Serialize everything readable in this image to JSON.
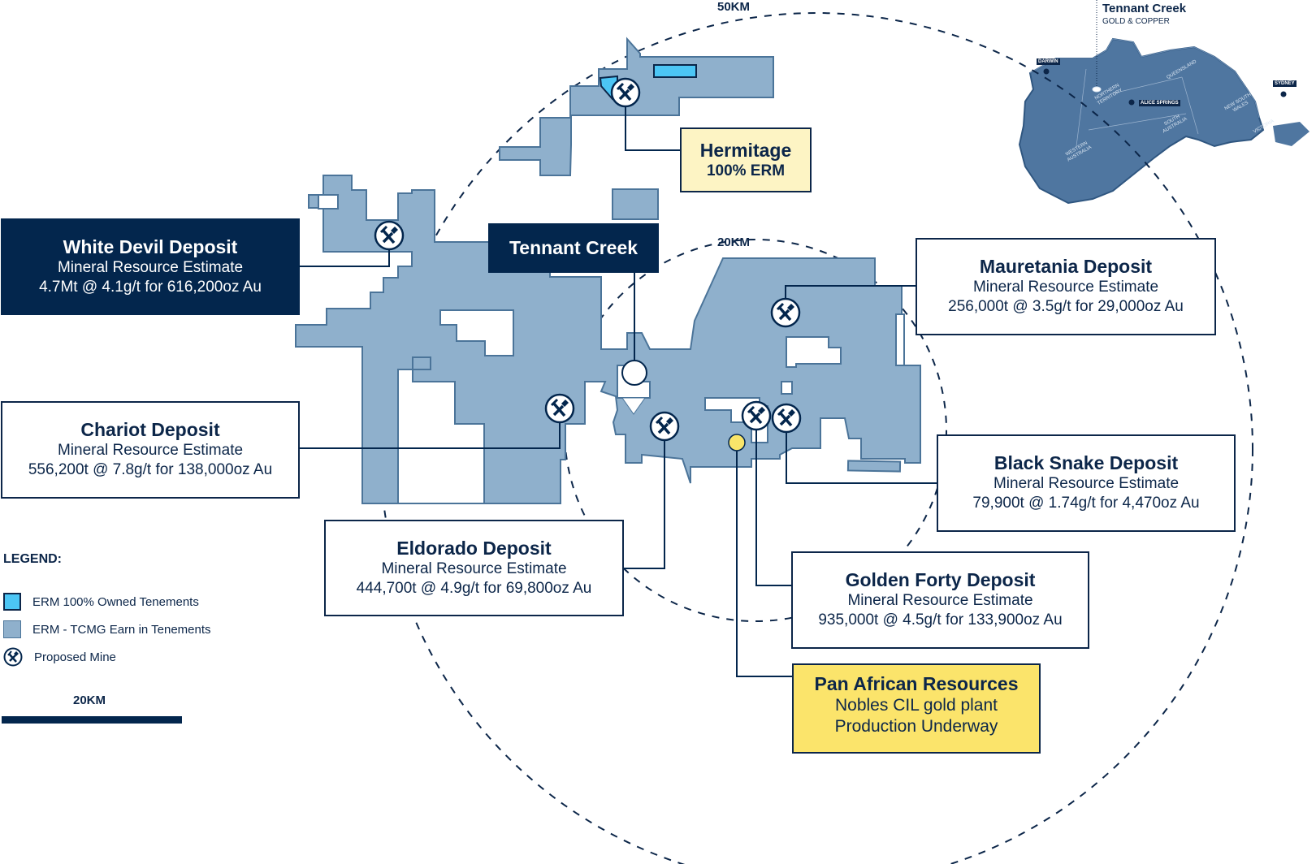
{
  "colors": {
    "navy": "#03264d",
    "text": "#0c2649",
    "owned_tenement": "#4cc6f5",
    "earn_in_tenement": "#8fb0cc",
    "tenement_border": "#4b7499",
    "hermitage_box": "#fdf4c4",
    "pan_african_box": "#fbe46b",
    "plant_dot": "#f9e56a",
    "australia": "#4f76a0"
  },
  "rings": {
    "outer_label": "50KM",
    "inner_label": "20KM"
  },
  "inset": {
    "title": "Tennant Creek",
    "subtitle": "GOLD & COPPER",
    "cities": [
      "DARWIN",
      "ALICE SPRINGS",
      "SYDNEY"
    ],
    "states": [
      "NORTHERN TERRITORY",
      "QUEENSLAND",
      "WESTERN AUSTRALIA",
      "SOUTH AUSTRALIA",
      "NEW SOUTH WALES",
      "VICTORIA"
    ]
  },
  "callouts": {
    "white_devil": {
      "title": "White Devil Deposit",
      "line1": "Mineral Resource Estimate",
      "line2": "4.7Mt @ 4.1g/t for 616,200oz Au"
    },
    "hermitage": {
      "title": "Hermitage",
      "line1": "100% ERM"
    },
    "tennant_creek": {
      "title": "Tennant Creek"
    },
    "mauretania": {
      "title": "Mauretania Deposit",
      "line1": "Mineral Resource Estimate",
      "line2": "256,000t @ 3.5g/t for 29,000oz Au"
    },
    "chariot": {
      "title": "Chariot Deposit",
      "line1": "Mineral Resource Estimate",
      "line2": "556,200t @ 7.8g/t for 138,000oz Au"
    },
    "black_snake": {
      "title": "Black Snake Deposit",
      "line1": "Mineral Resource Estimate",
      "line2": "79,900t @ 1.74g/t for 4,470oz Au"
    },
    "eldorado": {
      "title": "Eldorado Deposit",
      "line1": "Mineral Resource Estimate",
      "line2": "444,700t @ 4.9g/t for 69,800oz Au"
    },
    "golden_forty": {
      "title": "Golden Forty Deposit",
      "line1": "Mineral Resource Estimate",
      "line2": "935,000t @ 4.5g/t for 133,900oz Au"
    },
    "pan_african": {
      "title": "Pan African Resources",
      "line1": "Nobles CIL gold plant",
      "line2": "Production Underway"
    }
  },
  "legend": {
    "heading": "LEGEND:",
    "items": [
      {
        "label": "ERM 100% Owned Tenements",
        "icon": "owned-tenement-swatch"
      },
      {
        "label": "ERM - TCMG Earn in Tenements",
        "icon": "earn-in-tenement-swatch"
      },
      {
        "label": "Proposed Mine",
        "icon": "mine-icon"
      }
    ],
    "scale_label": "20KM"
  }
}
